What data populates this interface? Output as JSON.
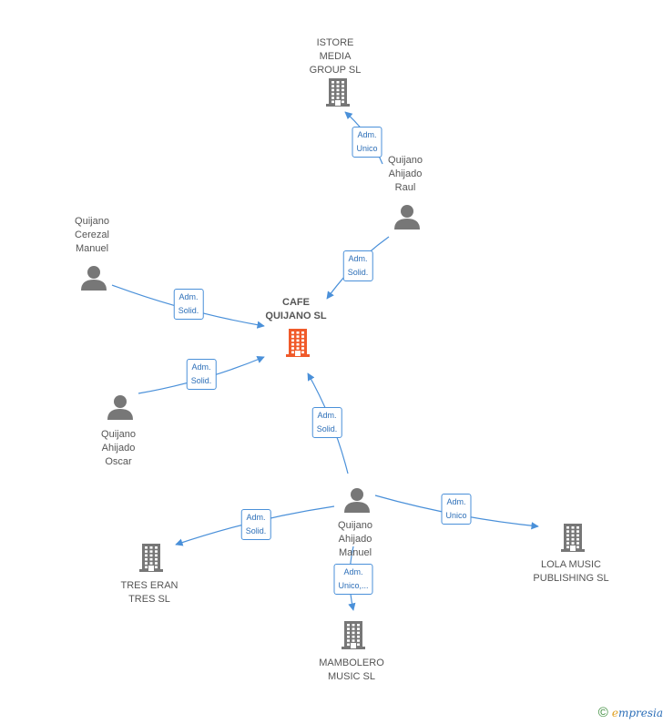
{
  "colors": {
    "edge": "#4a90d9",
    "node": "#777777",
    "main": "#f05a2a"
  },
  "nodes": [
    {
      "id": "istore",
      "kind": "company",
      "label": "ISTORE\nMEDIA\nGROUP SL"
    },
    {
      "id": "raul",
      "kind": "person",
      "label": "Quijano\nAhijado\nRaul"
    },
    {
      "id": "cerezal",
      "kind": "person",
      "label": "Quijano\nCerezal\nManuel"
    },
    {
      "id": "cafe",
      "kind": "main",
      "label": "CAFE\nQUIJANO SL"
    },
    {
      "id": "oscar",
      "kind": "person",
      "label": "Quijano\nAhijado\nOscar"
    },
    {
      "id": "manuel",
      "kind": "person",
      "label": "Quijano\nAhijado\nManuel"
    },
    {
      "id": "tres",
      "kind": "company",
      "label": "TRES ERAN\nTRES SL"
    },
    {
      "id": "lola",
      "kind": "company",
      "label": "LOLA MUSIC\nPUBLISHING SL"
    },
    {
      "id": "mambo",
      "kind": "company",
      "label": "MAMBOLERO\nMUSIC SL"
    }
  ],
  "edges": [
    {
      "from": "raul",
      "to": "istore",
      "label": "Adm.\nUnico"
    },
    {
      "from": "raul",
      "to": "cafe",
      "label": "Adm.\nSolid."
    },
    {
      "from": "cerezal",
      "to": "cafe",
      "label": "Adm.\nSolid."
    },
    {
      "from": "oscar",
      "to": "cafe",
      "label": "Adm.\nSolid."
    },
    {
      "from": "manuel",
      "to": "cafe",
      "label": "Adm.\nSolid."
    },
    {
      "from": "manuel",
      "to": "tres",
      "label": "Adm.\nSolid."
    },
    {
      "from": "manuel",
      "to": "lola",
      "label": "Adm.\nUnico"
    },
    {
      "from": "manuel",
      "to": "mambo",
      "label": "Adm.\nUnico,..."
    }
  ],
  "footer": {
    "copyright": "©",
    "brand_e": "e",
    "brand_rest": "mpresia"
  }
}
